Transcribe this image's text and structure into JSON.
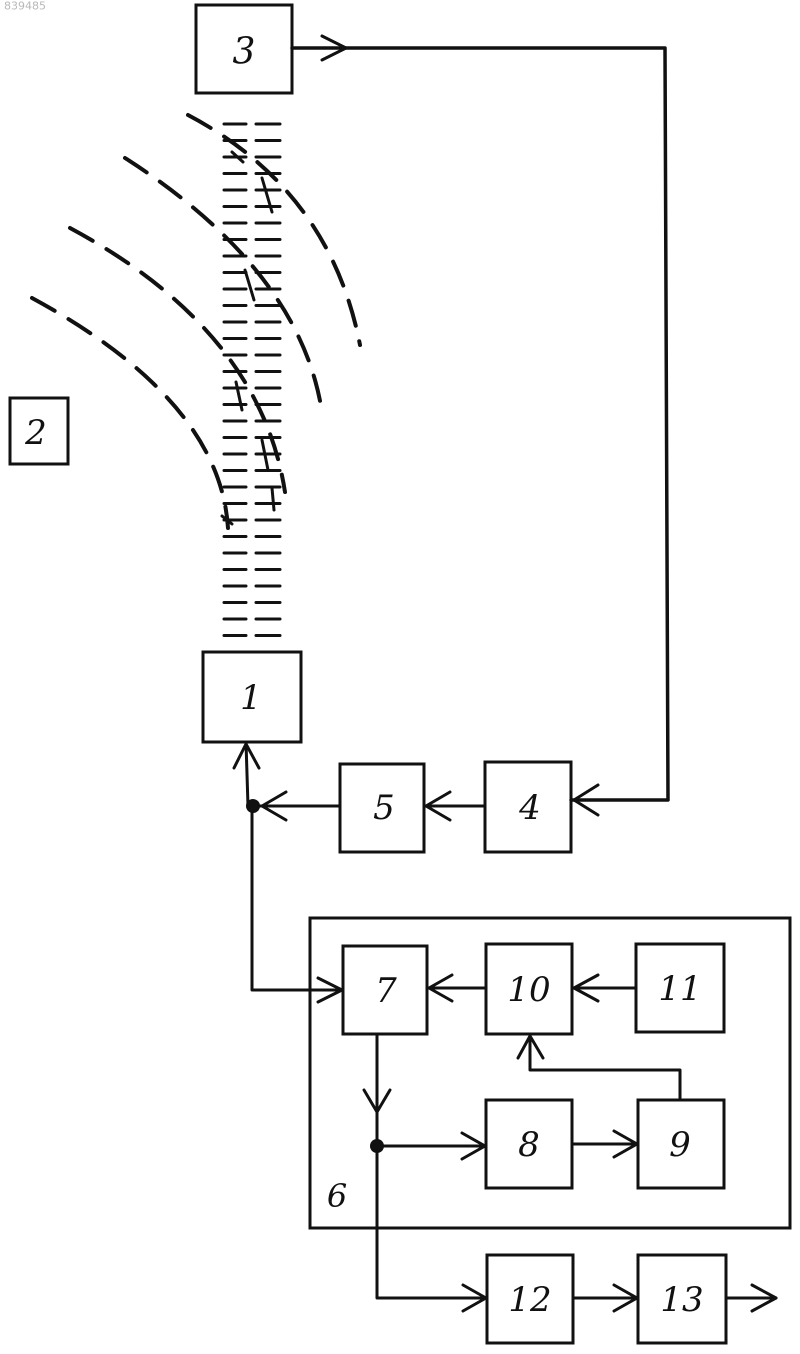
{
  "corner_stamp": "839485",
  "blocks": {
    "b1": "1",
    "b2": "2",
    "b3": "3",
    "b4": "4",
    "b5": "5",
    "b6": "6",
    "b7": "7",
    "b8": "8",
    "b9": "9",
    "b10": "10",
    "b11": "11",
    "b12": "12",
    "b13": "13"
  }
}
